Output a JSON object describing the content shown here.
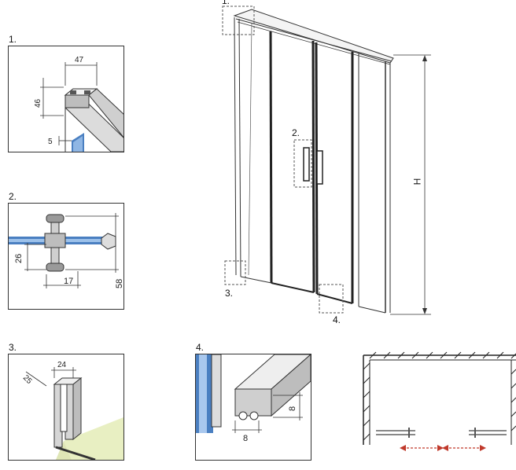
{
  "details": [
    {
      "label": "1.",
      "dims": [
        "47",
        "46",
        "5"
      ]
    },
    {
      "label": "2.",
      "dims": [
        "26",
        "17",
        "58"
      ]
    },
    {
      "label": "3.",
      "dims": [
        "25",
        "24"
      ]
    },
    {
      "label": "4.",
      "dims": [
        "8",
        "8"
      ]
    }
  ],
  "main": {
    "callouts": [
      "1.",
      "2.",
      "3.",
      "4."
    ],
    "height_label": "H"
  }
}
